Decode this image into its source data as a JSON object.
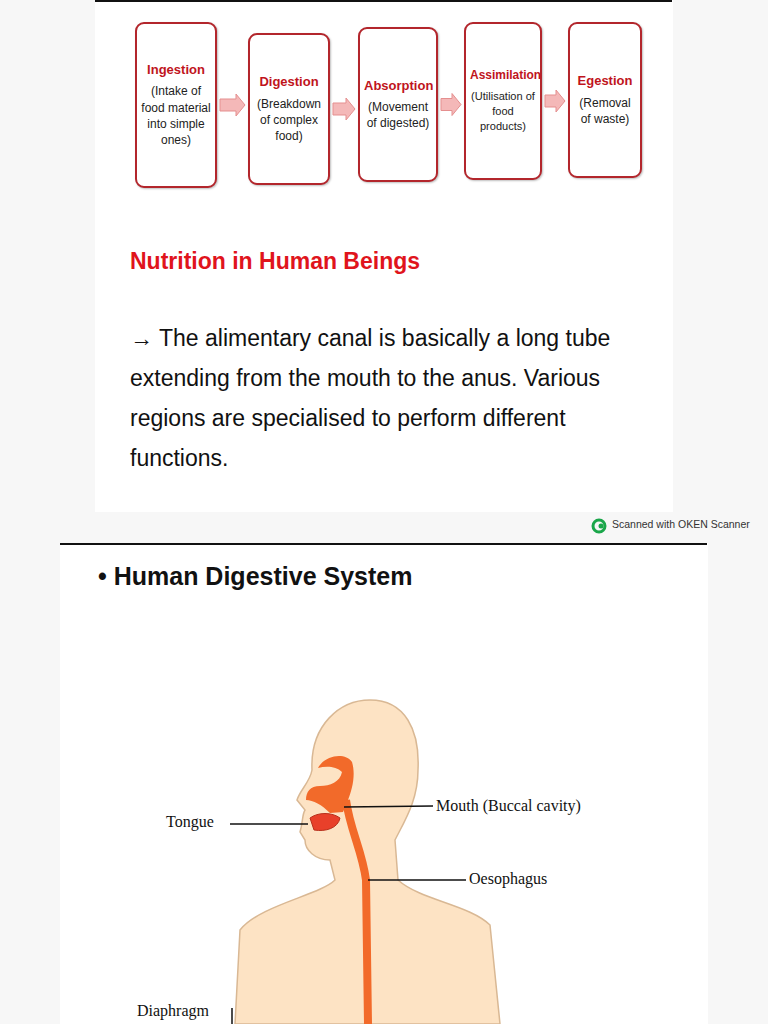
{
  "diagram": {
    "nodes": [
      {
        "text": [
          "Ingestion",
          "(Intake of food material into simple ones)"
        ]
      },
      {
        "text": [
          "Digestion",
          "(Breakdown of complex food)"
        ]
      },
      {
        "text": [
          "Absorption",
          "(Movement of digested)"
        ]
      },
      {
        "text": [
          "Assimilation",
          "(Utilisation of food products)"
        ]
      },
      {
        "text": [
          "Egestion",
          "(Removal of waste)"
        ]
      }
    ],
    "edges": [
      {
        "from": 0,
        "to": 1,
        "arrow": "to"
      },
      {
        "from": 1,
        "to": 2,
        "arrow": "to"
      },
      {
        "from": 2,
        "to": 3,
        "arrow": "to"
      },
      {
        "from": 3,
        "to": 4,
        "arrow": "to"
      }
    ],
    "labels": [
      "Nutrition in Human Beings",
      "→ The alimentary canal is basically a long tube extending from the mouth to the anus. Various regions are specialised to perform different functions.",
      "Scanned with OKEN Scanner",
      "• Human Digestive System",
      "Tongue",
      "Mouth (Buccal cavity)",
      "Oesophagus",
      "Diaphragm"
    ]
  }
}
